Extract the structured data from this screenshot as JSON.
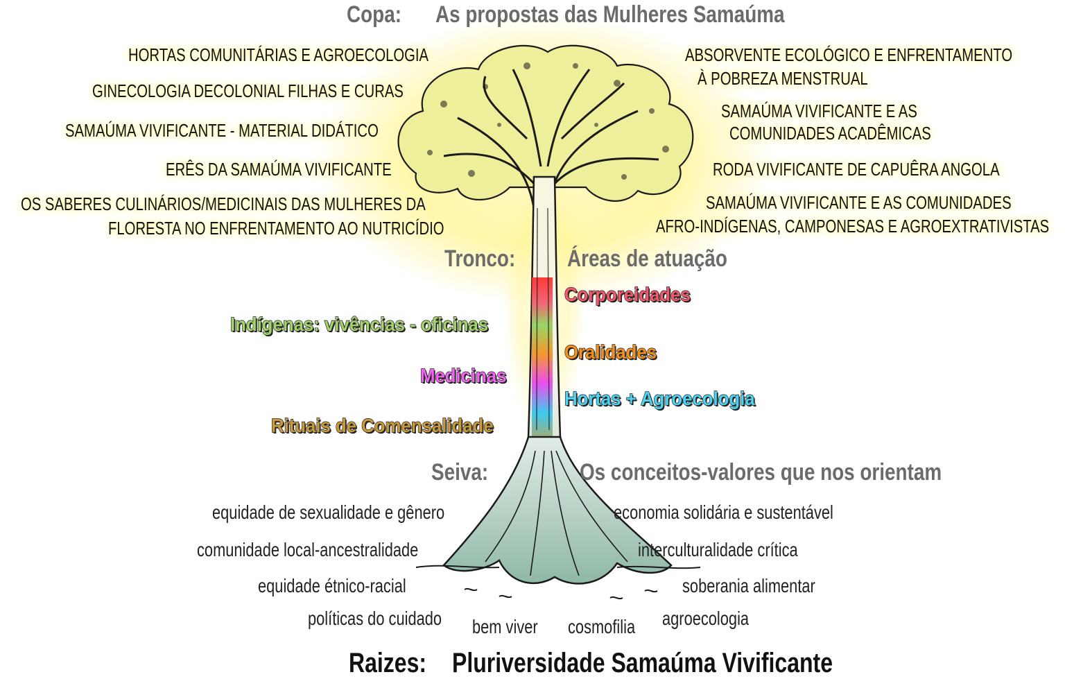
{
  "copa": {
    "label": "Copa:",
    "title": "As propostas das Mulheres Samaúma",
    "left_items": [
      "HORTAS COMUNITÁRIAS E AGROECOLOGIA",
      "GINECOLOGIA DECOLONIAL FILHAS E CURAS",
      "SAMAÚMA VIVIFICANTE - MATERIAL DIDÁTICO",
      "ERÊS DA SAMAÚMA VIVIFICANTE",
      "OS SABERES CULINÁRIOS/MEDICINAIS DAS MULHERES DA",
      "FLORESTA NO ENFRENTAMENTO AO NUTRICÍDIO"
    ],
    "right_items": [
      "ABSORVENTE ECOLÓGICO E ENFRENTAMENTO",
      "À POBREZA MENSTRUAL",
      "SAMAÚMA VIVIFICANTE E AS",
      "COMUNIDADES ACADÊMICAS",
      "RODA VIVIFICANTE DE CAPUÊRA ANGOLA",
      "SAMAÚMA VIVIFICANTE E AS COMUNIDADES",
      "AFRO-INDÍGENAS, CAMPONESAS E AGROEXTRATIVISTAS"
    ]
  },
  "tronco": {
    "label": "Tronco:",
    "title": "Áreas de atuação",
    "areas": [
      {
        "text": "Corporeidades",
        "color": "#f25a6c"
      },
      {
        "text": "Indígenas: vivências - oficinas",
        "color": "#a3d36a"
      },
      {
        "text": "Oralidades",
        "color": "#f5901c"
      },
      {
        "text": "Medicinas",
        "color": "#ee66ee"
      },
      {
        "text": "Hortas + Agroecologia",
        "color": "#4fd2f0"
      },
      {
        "text": "Rituais de Comensalidade",
        "color": "#c89a3c"
      }
    ]
  },
  "seiva": {
    "label": "Seiva:",
    "title": "Os conceitos-valores que nos orientam",
    "values": [
      "equidade de sexualidade e gênero",
      "economia solidária e sustentável",
      "comunidade local-ancestralidade",
      "interculturalidade crítica",
      "equidade étnico-racial",
      "soberania alimentar",
      "políticas do cuidado",
      "bem viver",
      "cosmofilia",
      "agroecologia"
    ]
  },
  "raizes": {
    "label": "Raizes:",
    "title": "Pluriversidade Samaúma Vivificante"
  },
  "colors": {
    "glow": "#fff59a",
    "canopy": "#e8e98a",
    "roots": "#9fc3b4",
    "ink": "#1a1a1a",
    "header_gray": "#6b6b6b"
  }
}
